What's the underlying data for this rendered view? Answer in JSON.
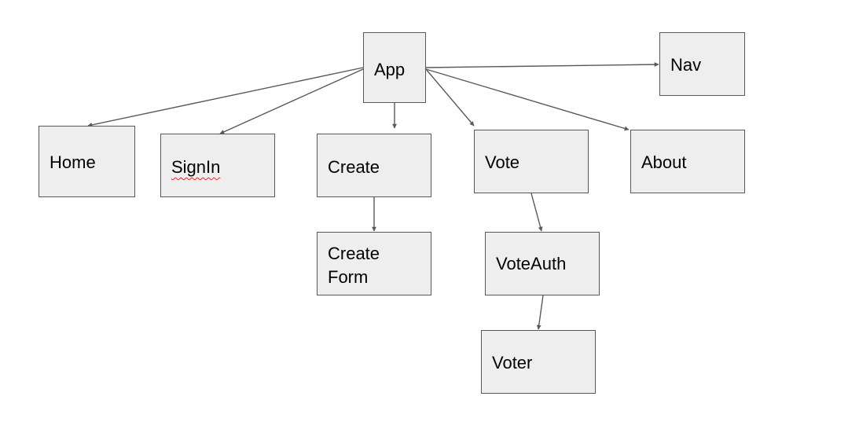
{
  "diagram": {
    "nodes": {
      "app": "App",
      "nav": "Nav",
      "home": "Home",
      "signin": "SignIn",
      "create": "Create",
      "vote": "Vote",
      "about": "About",
      "create_form": "Create\nForm",
      "vote_auth": "VoteAuth",
      "voter": "Voter"
    },
    "edges": [
      {
        "from": "App",
        "to": "Nav"
      },
      {
        "from": "App",
        "to": "Home"
      },
      {
        "from": "App",
        "to": "SignIn"
      },
      {
        "from": "App",
        "to": "Create"
      },
      {
        "from": "App",
        "to": "Vote"
      },
      {
        "from": "App",
        "to": "About"
      },
      {
        "from": "Create",
        "to": "Create\nForm"
      },
      {
        "from": "Vote",
        "to": "VoteAuth"
      },
      {
        "from": "VoteAuth",
        "to": "Voter"
      }
    ],
    "colors": {
      "node_fill": "#eeeeee",
      "node_border": "#595959",
      "edge": "#595959",
      "spellcheck_underline": "#d93025"
    }
  }
}
